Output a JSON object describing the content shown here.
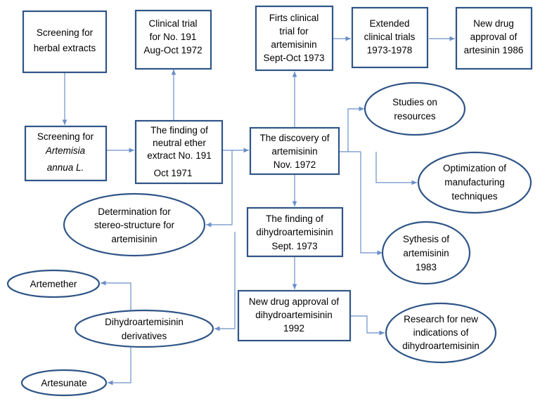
{
  "colors": {
    "border": "#2f5587",
    "connector": "#6a8fc8",
    "text": "#000000"
  },
  "nodes": {
    "screening_herbal": [
      "Screening for",
      "herbal extracts"
    ],
    "clinical_191": [
      "Clinical trial",
      "for No. 191",
      "Aug-Oct 1972"
    ],
    "first_clinical": [
      "Firts clinical",
      "trial for",
      "artemisinin",
      "Sept-Oct 1973"
    ],
    "extended_trials": [
      "Extended",
      "clinical trials",
      "1973-1978"
    ],
    "approval_artesinin": [
      "New drug",
      "approval of",
      "artesinin 1986"
    ],
    "screening_artemisia": [
      "Screening for",
      "Artemisia",
      "annua L."
    ],
    "finding_191": [
      "The finding of",
      "neutral ether",
      "extract No. 191",
      "Oct 1971"
    ],
    "discovery": [
      "The discovery of",
      "artemisinin",
      "Nov. 1972"
    ],
    "studies_resources": [
      "Studies on",
      "resources"
    ],
    "optimization": [
      "Optimization of",
      "manufacturing",
      "techniques"
    ],
    "stereo_structure": [
      "Determination for",
      "stereo-structure for",
      "artemisinin"
    ],
    "finding_dha": [
      "The finding of",
      "dihydroartemisinin",
      "Sept. 1973"
    ],
    "synthesis": [
      "Sythesis of",
      "artemisinin",
      "1983"
    ],
    "artemether": [
      "Artemether"
    ],
    "dha_derivatives": [
      "Dihydroartemisinin",
      "derivatives"
    ],
    "approval_dha": [
      "New drug approval of",
      "dihydroartemisinin",
      "1992"
    ],
    "research_indications": [
      "Research for new",
      "indications of",
      "dihydroartemisinin"
    ],
    "artesunate": [
      "Artesunate"
    ]
  }
}
